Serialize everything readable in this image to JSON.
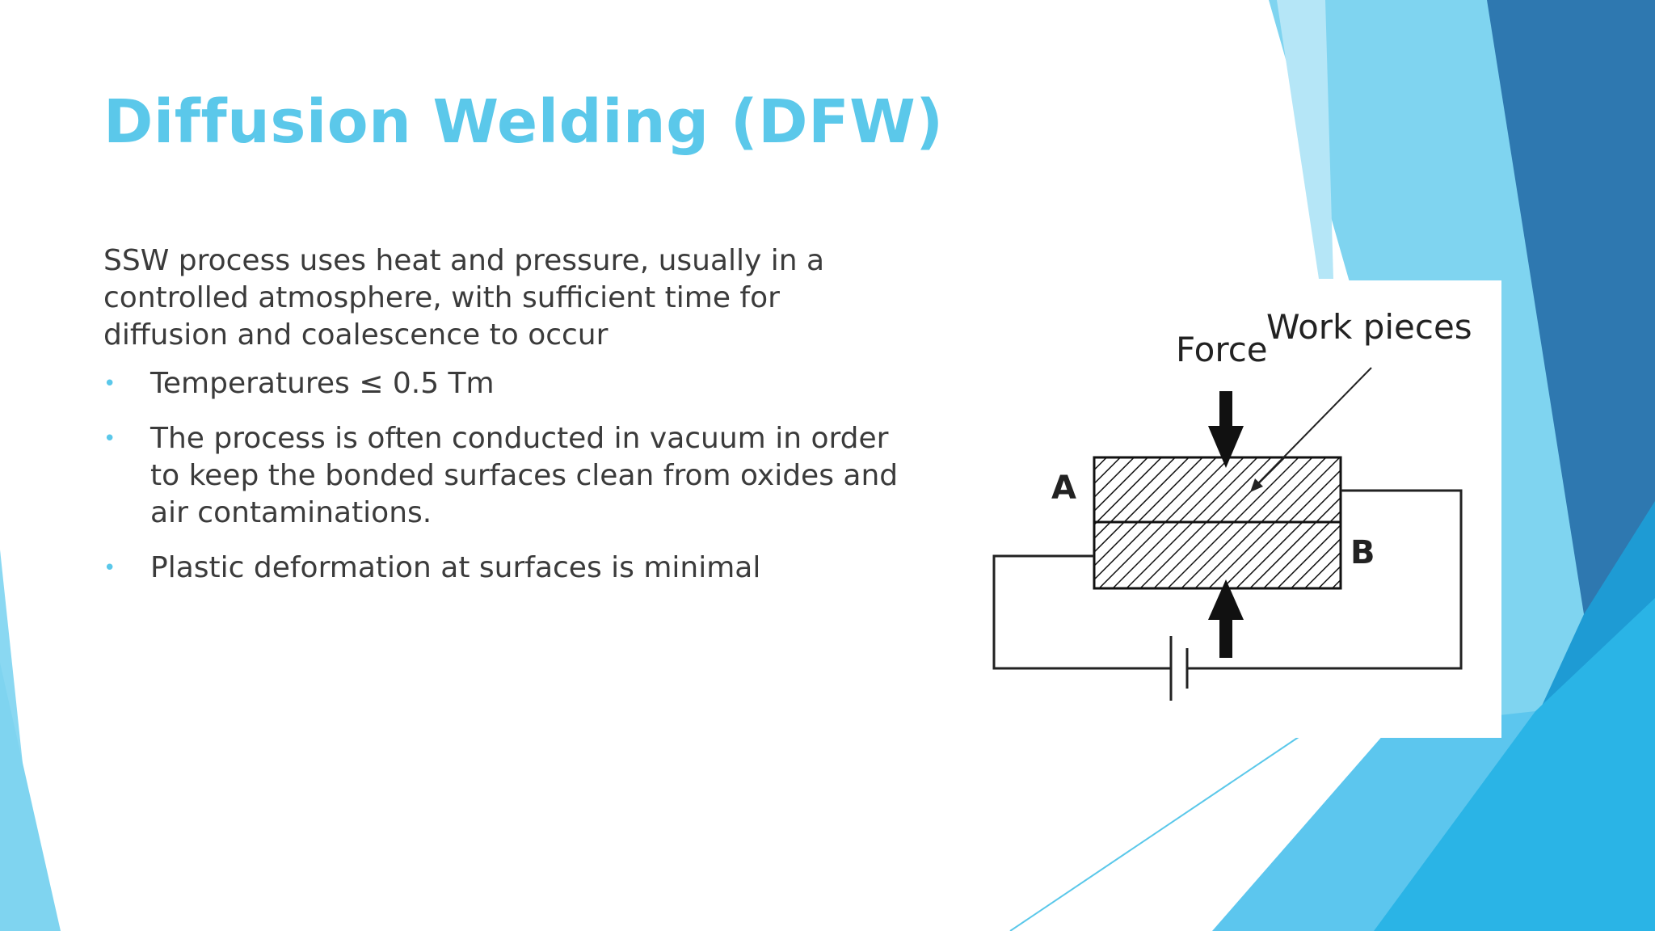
{
  "slide": {
    "title": "Diffusion Welding (DFW)",
    "intro": "SSW process uses heat and pressure, usually in a controlled atmosphere, with sufficient time for diffusion and coalescence to occur",
    "bullets": [
      "Temperatures ≤ 0.5 Tm",
      "The process is often conducted in vacuum in order to keep the bonded surfaces clean from oxides and air contaminations.",
      "Plastic deformation at surfaces is minimal"
    ],
    "bullet_symbol": "•"
  },
  "figure": {
    "force_label": "Force",
    "workpieces_label": "Work pieces",
    "label_a": "A",
    "label_b": "B"
  },
  "colors": {
    "title": "#5bc8ea",
    "text": "#3b3b3b",
    "accent_light": "#8ad8f2",
    "accent_mid": "#2ab0e0",
    "accent_dark": "#2a6fa8"
  }
}
